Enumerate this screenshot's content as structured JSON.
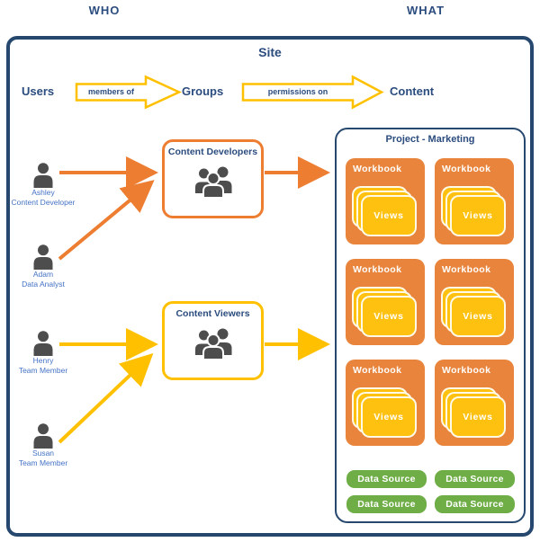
{
  "header": {
    "who_label": "WHO",
    "what_label": "WHAT"
  },
  "site": {
    "title": "Site",
    "flow": {
      "users": "Users",
      "members_of": "members of",
      "groups": "Groups",
      "permissions_on": "permissions on",
      "content": "Content"
    },
    "users": [
      {
        "name": "Ashley",
        "role": "Content Developer"
      },
      {
        "name": "Adam",
        "role": "Data Analyst"
      },
      {
        "name": "Henry",
        "role": "Team Member"
      },
      {
        "name": "Susan",
        "role": "Team Member"
      }
    ],
    "groups": [
      {
        "label": "Content Developers"
      },
      {
        "label": "Content Viewers"
      }
    ],
    "project": {
      "title": "Project - Marketing",
      "workbooks": [
        {
          "label": "Workbook",
          "views_label": "Views"
        },
        {
          "label": "Workbook",
          "views_label": "Views"
        },
        {
          "label": "Workbook",
          "views_label": "Views"
        },
        {
          "label": "Workbook",
          "views_label": "Views"
        },
        {
          "label": "Workbook",
          "views_label": "Views"
        },
        {
          "label": "Workbook",
          "views_label": "Views"
        }
      ],
      "data_sources": [
        "Data Source",
        "Data Source",
        "Data Source",
        "Data Source"
      ]
    }
  },
  "colors": {
    "navy_text": "#2B4C7E",
    "navy_border": "#26486F",
    "orange": "#ED7D31",
    "workbook_orange": "#E8843B",
    "gold": "#FFC000",
    "views_gold": "#FFC110",
    "green": "#6FAE47",
    "person_gray": "#4D4D4D",
    "user_name_blue": "#4472C4"
  }
}
